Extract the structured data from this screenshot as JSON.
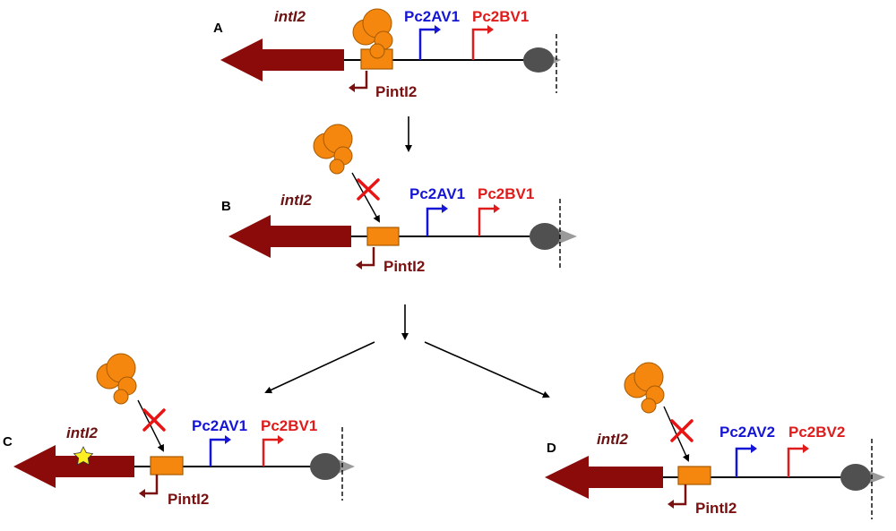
{
  "colors": {
    "gene_arrow": "#8b0a0a",
    "gene_text": "#6b1212",
    "promoter_pintl2": "#7a1010",
    "pc2a": "#1515d6",
    "pc2b": "#e01b1b",
    "protein": "#f5870f",
    "protein_edge": "#a55a00",
    "box": "#f5870f",
    "block_x": "#e81414",
    "star": "#ffee22",
    "end_oval": "#505050",
    "end_triangle": "#9a9a9a"
  },
  "panels": [
    {
      "id": "A",
      "label": "A",
      "gene": "intI2",
      "pintl": "PintI2",
      "pc2a": "Pc2AV1",
      "pc2b": "Pc2BV1",
      "protein_bound": true,
      "blocked": false,
      "mutation_star": false
    },
    {
      "id": "B",
      "label": "B",
      "gene": "intI2",
      "pintl": "PintI2",
      "pc2a": "Pc2AV1",
      "pc2b": "Pc2BV1",
      "protein_bound": false,
      "blocked": true,
      "mutation_star": false
    },
    {
      "id": "C",
      "label": "C",
      "gene": "intI2",
      "pintl": "PintI2",
      "pc2a": "Pc2AV1",
      "pc2b": "Pc2BV1",
      "protein_bound": false,
      "blocked": true,
      "mutation_star": true
    },
    {
      "id": "D",
      "label": "D",
      "gene": "intI2",
      "pintl": "PintI2",
      "pc2a": "Pc2AV2",
      "pc2b": "Pc2BV2",
      "protein_bound": false,
      "blocked": true,
      "mutation_star": false
    }
  ],
  "icons": [
    "protein-cluster-icon",
    "block-x-icon",
    "mutation-star-icon",
    "promoter-arrow-icon",
    "terminator-icon"
  ]
}
